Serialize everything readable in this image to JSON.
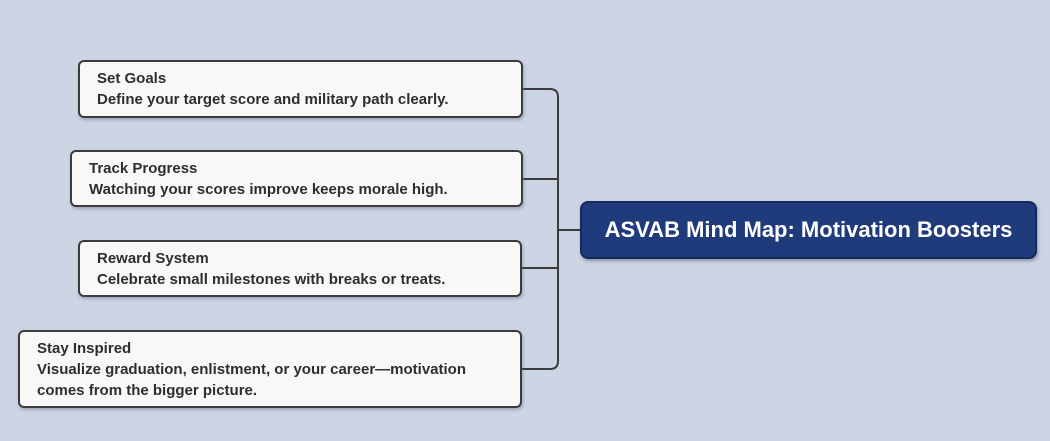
{
  "root": {
    "label": "ASVAB Mind Map: Motivation Boosters"
  },
  "nodes": [
    {
      "title": "Set Goals",
      "description": "Define your target score and military path clearly."
    },
    {
      "title": "Track Progress",
      "description": "Watching your scores improve keeps morale high."
    },
    {
      "title": "Reward System",
      "description": "Celebrate small milestones with breaks or treats."
    },
    {
      "title": "Stay Inspired",
      "description": "Visualize graduation, enlistment, or your career—motivation comes from the bigger picture."
    }
  ],
  "colors": {
    "background": "#cdd5e5",
    "node-fill": "#f8f8f7",
    "node-border": "#3c3c3c",
    "node-text": "#2e2e2e",
    "root-fill": "#1f3b7c",
    "root-border": "#17295a",
    "root-text": "#ffffff",
    "connector": "#3c3c3c"
  }
}
